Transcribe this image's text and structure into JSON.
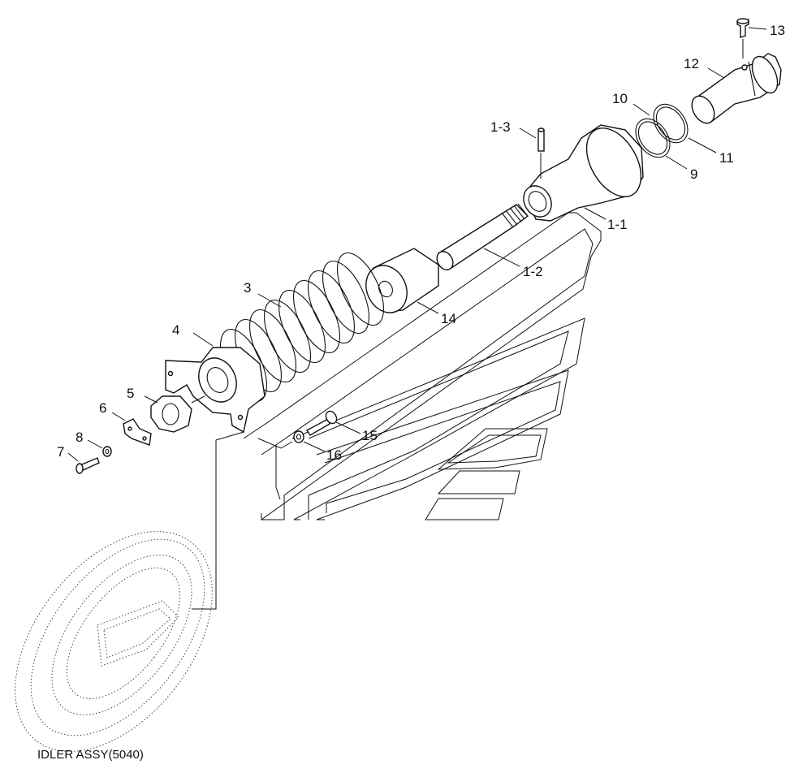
{
  "diagram": {
    "caption": "IDLER ASSY(5040)",
    "callouts": [
      {
        "id": "c-13",
        "text": "13"
      },
      {
        "id": "c-12",
        "text": "12"
      },
      {
        "id": "c-10",
        "text": "10"
      },
      {
        "id": "c-11",
        "text": "11"
      },
      {
        "id": "c-9",
        "text": "9"
      },
      {
        "id": "c-1-3",
        "text": "1-3"
      },
      {
        "id": "c-1-1",
        "text": "1-1"
      },
      {
        "id": "c-1-2",
        "text": "1-2"
      },
      {
        "id": "c-14",
        "text": "14"
      },
      {
        "id": "c-3",
        "text": "3"
      },
      {
        "id": "c-4",
        "text": "4"
      },
      {
        "id": "c-5",
        "text": "5"
      },
      {
        "id": "c-6",
        "text": "6"
      },
      {
        "id": "c-8",
        "text": "8"
      },
      {
        "id": "c-7",
        "text": "7"
      },
      {
        "id": "c-15",
        "text": "15"
      },
      {
        "id": "c-16",
        "text": "16"
      }
    ]
  }
}
